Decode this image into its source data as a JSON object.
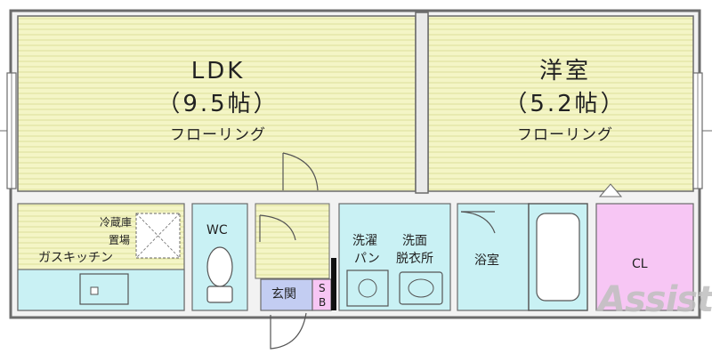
{
  "rooms": {
    "ldk": {
      "name": "LDK",
      "size": "（9.5帖）",
      "floor": "フローリング"
    },
    "western": {
      "name": "洋室",
      "size": "（5.2帖）",
      "floor": "フローリング"
    },
    "fridge": {
      "line1": "冷蔵庫",
      "line2": "置場"
    },
    "kitchen": "ガスキッチン",
    "wc": "WC",
    "washer": {
      "line1": "洗濯",
      "line2": "パン"
    },
    "dressing": {
      "line1": "洗面",
      "line2": "脱衣所"
    },
    "bath": "浴室",
    "closet": "CL",
    "entrance": "玄関",
    "shoebox": {
      "line1": "S",
      "line2": "B"
    }
  },
  "watermark": "Assist",
  "colors": {
    "wall": "#6b6b6b",
    "floor_stripe": "#f4f5c6",
    "floor_line": "#c9cc7a",
    "wet_area": "#c9f1f4",
    "closet": "#f7c6f4",
    "entrance": "#c3cdf2",
    "fixture": "#555555"
  }
}
